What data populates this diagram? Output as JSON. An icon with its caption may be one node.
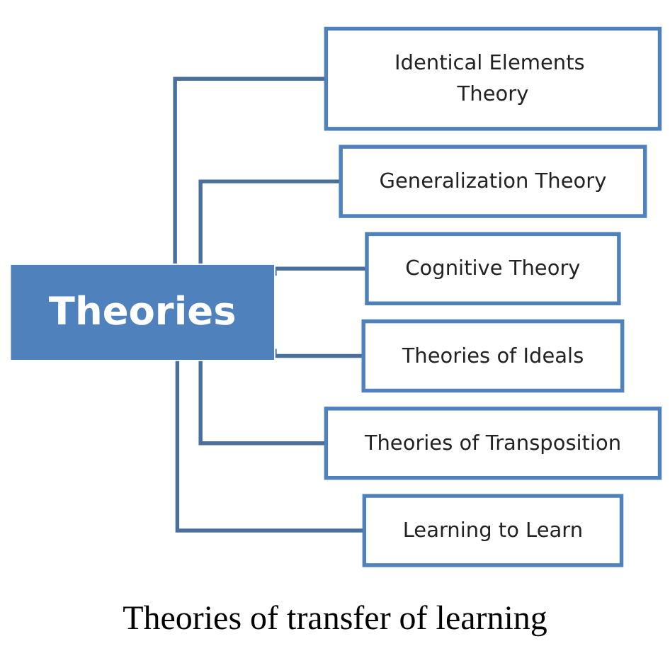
{
  "diagram": {
    "caption": "Theories of transfer of learning",
    "nodes": [
      {
        "text": [
          "Theories"
        ]
      },
      {
        "text": [
          "Identical Elements Theory"
        ]
      },
      {
        "text": [
          "Generalization Theory"
        ]
      },
      {
        "text": [
          "Cognitive Theory"
        ]
      },
      {
        "text": [
          "Theories of Ideals"
        ]
      },
      {
        "text": [
          "Theories of Transposition"
        ]
      },
      {
        "text": [
          "Learning to Learn"
        ]
      }
    ],
    "edges": [
      {
        "from": 0,
        "to": 1,
        "arrow": "none"
      },
      {
        "from": 0,
        "to": 2,
        "arrow": "none"
      },
      {
        "from": 0,
        "to": 3,
        "arrow": "none"
      },
      {
        "from": 0,
        "to": 4,
        "arrow": "none"
      },
      {
        "from": 0,
        "to": 5,
        "arrow": "none"
      },
      {
        "from": 0,
        "to": 6,
        "arrow": "none"
      }
    ]
  }
}
